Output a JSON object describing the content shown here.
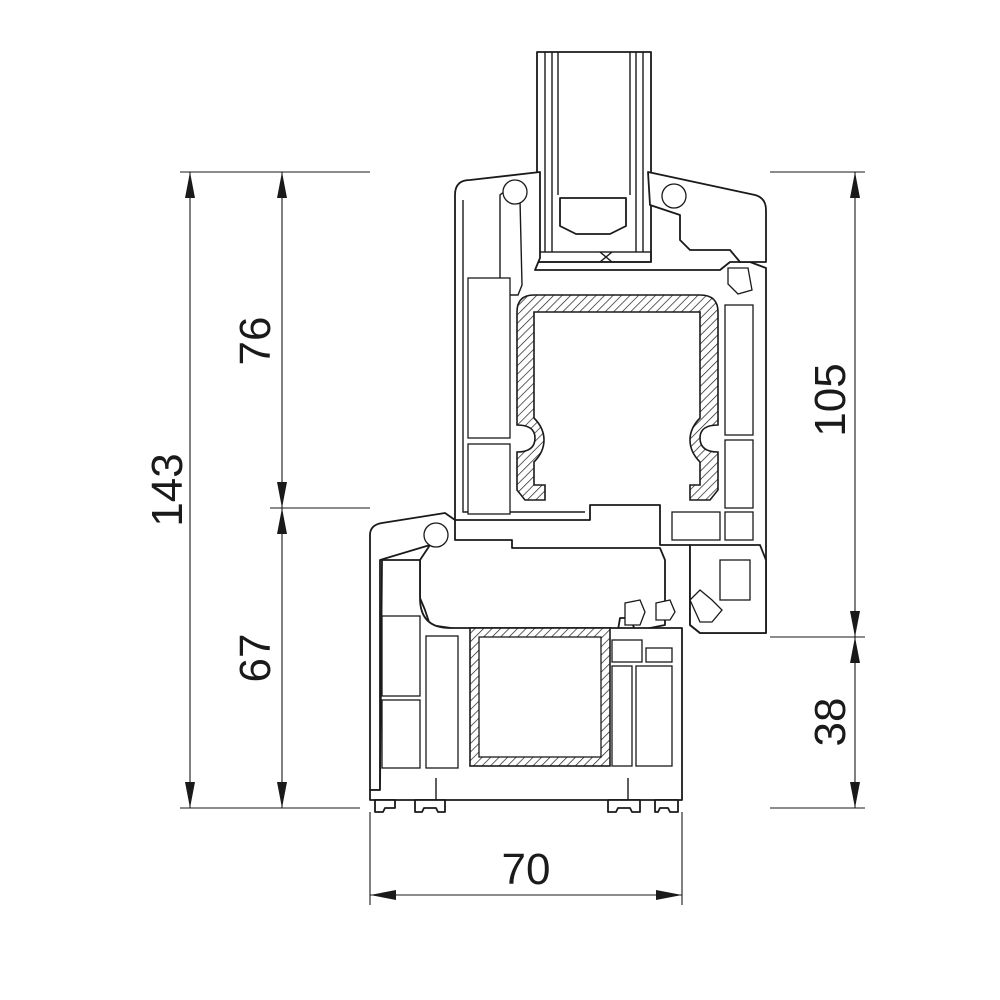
{
  "dimensions": {
    "total_height": "143",
    "sash_height": "76",
    "frame_height_left": "67",
    "visible_height": "105",
    "frame_height_right": "38",
    "depth": "70"
  }
}
